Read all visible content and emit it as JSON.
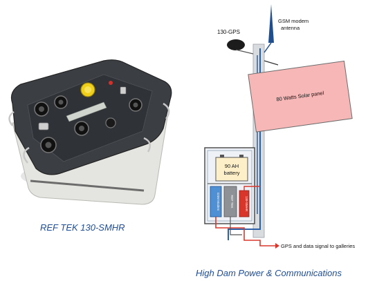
{
  "photo": {
    "caption": "REF TEK 130-SMHR"
  },
  "diagram": {
    "caption": "High Dam Power & Communications",
    "gps_label": "130-GPS",
    "antenna_label_line1": "GSM modem",
    "antenna_label_line2": "antenna",
    "panel_label": "80 Watts Solar panel",
    "battery_label_line1": "90 AH",
    "battery_label_line2": "battery",
    "module_labels": [
      "GSM Modem",
      "REF TEK",
      "130-SMHR"
    ],
    "signal_label": "GPS and data signal to galleries",
    "colors": {
      "panel": "#f7b7b7",
      "pole": "#d9dcdf",
      "cable_blue": "#2d5fa8",
      "cable_red": "#d9362b",
      "antenna": "#1f4f8f",
      "caption": "#1f4d96"
    }
  }
}
